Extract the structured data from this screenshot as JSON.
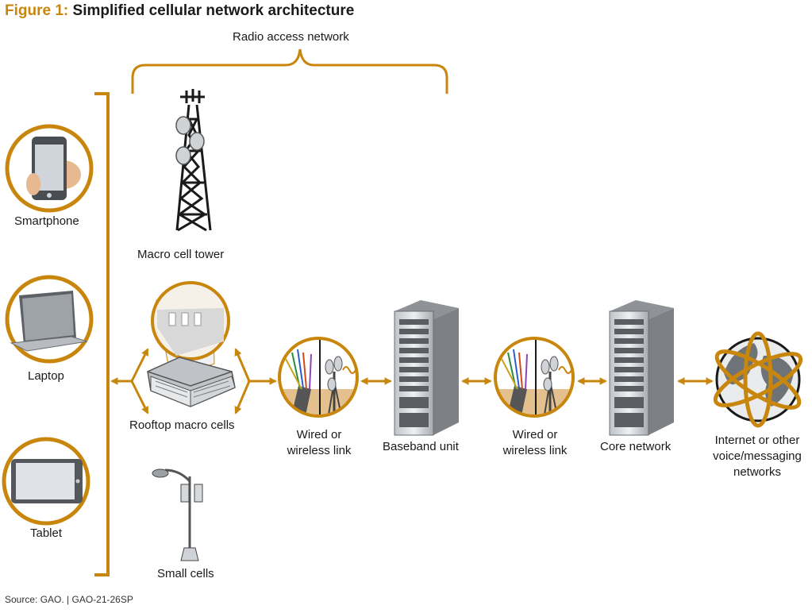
{
  "title": {
    "prefix": "Figure 1:",
    "text": "Simplified cellular network architecture"
  },
  "labels": {
    "radio_access_network": "Radio access network",
    "smartphone": "Smartphone",
    "laptop": "Laptop",
    "tablet": "Tablet",
    "macro_cell_tower": "Macro cell tower",
    "rooftop_macro_cells": "Rooftop macro cells",
    "small_cells": "Small cells",
    "link1_line1": "Wired or",
    "link1_line2": "wireless link",
    "baseband_unit": "Baseband unit",
    "link2_line1": "Wired or",
    "link2_line2": "wireless link",
    "core_network": "Core network",
    "internet_line1": "Internet or other",
    "internet_line2": "voice/messaging",
    "internet_line3": "networks"
  },
  "source": "Source: GAO.  |  GAO-21-26SP",
  "colors": {
    "accent": "#c8860d",
    "text": "#1a1a1a",
    "server": "#9a9ea3"
  },
  "icons": [
    "smartphone-icon",
    "laptop-icon",
    "tablet-icon",
    "cell-tower-icon",
    "rooftop-building-icon",
    "small-cell-pole-icon",
    "wired-wireless-link-icon",
    "server-rack-icon",
    "globe-icon"
  ]
}
